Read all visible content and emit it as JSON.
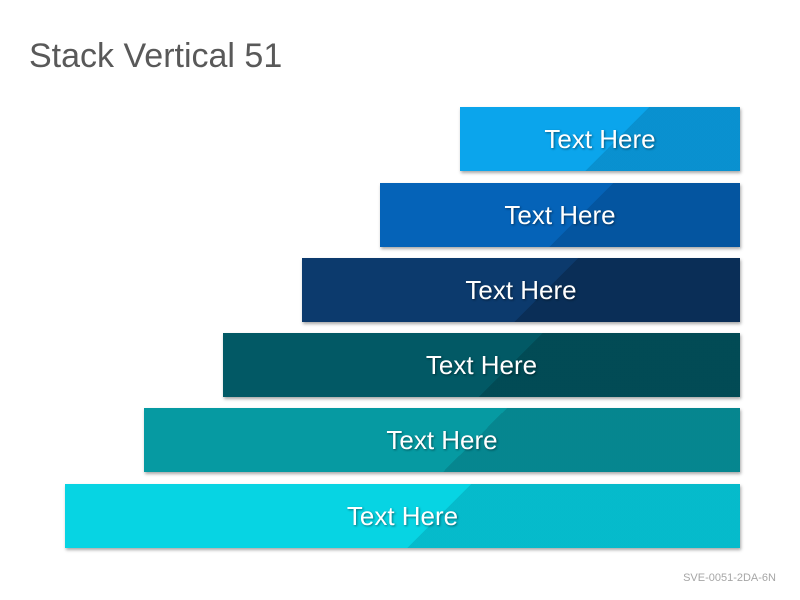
{
  "title": "Stack Vertical 51",
  "footer_code": "SVE-0051-2DA-6N",
  "bars": [
    {
      "label": "Text Here",
      "color": "#0ba5ec",
      "dark": "#0880b8"
    },
    {
      "label": "Text Here",
      "color": "#0563b8",
      "dark": "#044a8c"
    },
    {
      "label": "Text Here",
      "color": "#0c3a6d",
      "dark": "#082545"
    },
    {
      "label": "Text Here",
      "color": "#025965",
      "dark": "#013f48"
    },
    {
      "label": "Text Here",
      "color": "#069aa2",
      "dark": "#057680"
    },
    {
      "label": "Text Here",
      "color": "#07d4e3",
      "dark": "#04a6b8"
    }
  ]
}
